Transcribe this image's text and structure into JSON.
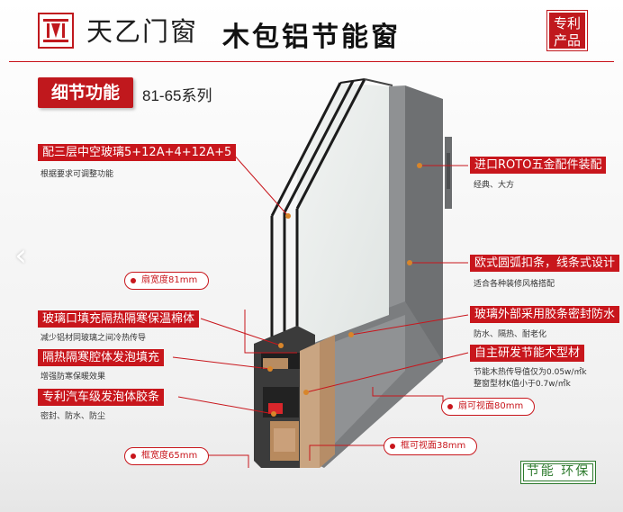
{
  "header": {
    "logo_text": "天乙门窗",
    "title": "木包铝节能窗",
    "patent_badge": [
      "专利",
      "产品"
    ]
  },
  "section": {
    "badge": "细节功能",
    "series": "81-65系列"
  },
  "left_callouts": [
    {
      "tag": "配三层中空玻璃5+12A+4+12A+5",
      "sub": "根据要求可调整功能"
    },
    {
      "tag": "玻璃口填充隔热隔寒保温棉体",
      "sub": "减少铝材同玻璃之间冷热传导"
    },
    {
      "tag": "隔热隔寒腔体发泡填充",
      "sub": "增强防寒保暖效果"
    },
    {
      "tag": "专利汽车级发泡体胶条",
      "sub": "密封、防水、防尘"
    }
  ],
  "right_callouts": [
    {
      "tag": "进口ROTO五金配件装配",
      "sub": "经典、大方"
    },
    {
      "tag": "欧式圆弧扣条，线条式设计",
      "sub": "适合各种装修风格搭配"
    },
    {
      "tag": "玻璃外部采用胶条密封防水",
      "sub": "防水、隔热、耐老化"
    },
    {
      "tag": "自主研发节能木型材",
      "sub": "节能木热传导值仅为0.05w/㎡k",
      "sub2": "整窗型材K值小于0.7w/㎡k"
    }
  ],
  "dimensions": {
    "sash_width": "扇宽度81mm",
    "sash_visible": "扇可视面80mm",
    "frame_visible": "框可视面38mm",
    "frame_width": "框宽度65mm"
  },
  "eco_badge": "节能 环保",
  "nav": {
    "prev": "‹"
  },
  "colors": {
    "brand_red": "#c8161c",
    "aluminum": "#8a8c8e",
    "wood": "#c9a582",
    "eco_green": "#2d7a2d"
  }
}
